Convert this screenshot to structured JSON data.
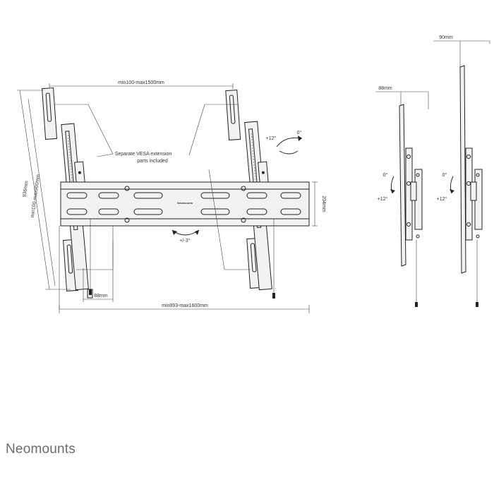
{
  "brand": {
    "name": "Neomounts"
  },
  "labels": {
    "vesa_width": "min100-max1500mm",
    "panel_width": "min893-max1600mm",
    "depth_front": "88mm",
    "height_total": "936mm",
    "vesa_height": "min100-max900mm",
    "rail_height": "204mm",
    "tilt_up": "+12°",
    "tilt_zero": "0°",
    "swivel": "+/-3°",
    "note_line1": "Separate VESA extension",
    "note_line2": "parts included",
    "side1_depth": "88mm",
    "side1_zero": "0°",
    "side1_tilt": "+12°",
    "side2_depth": "90mm",
    "side2_zero": "0°",
    "side2_tilt": "+12°",
    "plate_brand": "Neomounts"
  }
}
